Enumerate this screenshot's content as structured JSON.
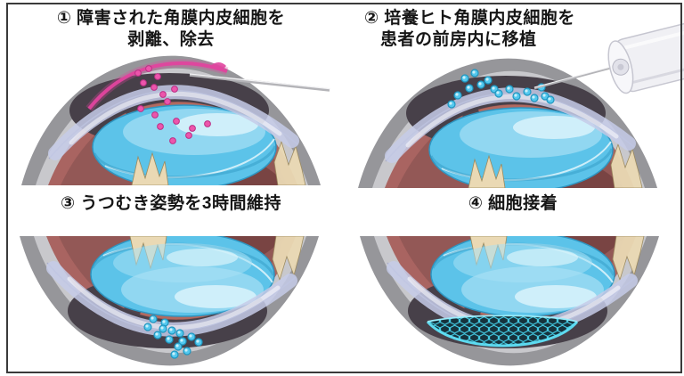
{
  "panels": [
    {
      "step": "1",
      "badge": "①",
      "title_line1": "① 障害された角膜内皮細胞を",
      "title_line2": "剥離、除去",
      "graphic": "eye-cross-section-damaged-endothelial-cells-removed-with-needle"
    },
    {
      "step": "2",
      "badge": "②",
      "title_line1": "② 培養ヒト角膜内皮細胞を",
      "title_line2": "患者の前房内に移植",
      "graphic": "eye-cross-section-cultured-cells-injected-by-syringe"
    },
    {
      "step": "3",
      "badge": "③",
      "title_line1": "③ うつむき姿勢を3時間維持",
      "graphic": "inverted-eye-cross-section-cells-settling-onto-cornea"
    },
    {
      "step": "4",
      "badge": "④",
      "title_line1": "④ 細胞接着",
      "graphic": "inverted-eye-cross-section-adhered-cell-sheet-honeycomb"
    }
  ],
  "palette": {
    "bg": "#ffffff",
    "text": "#161616",
    "frame-border": "#3a3a3a",
    "sclera-outer": "#96969a",
    "sclera-inner": "#c8c8cc",
    "lining": "#a96461",
    "interior": "#935856",
    "interior-shade": "#744140",
    "chamber": "#474049",
    "iris": "#a05a54",
    "iris-line": "#6b3a36",
    "iris-light": "#b26a60",
    "cilia": "#ead9b4",
    "cilia-edge": "#9c8a5e",
    "lens": "#5cc3e9",
    "lens-hi": "#a8e0f4",
    "lens-glint": "#d9f3fb",
    "lens-edge": "#2e96c2",
    "cornea": "rgba(198,203,232,0.85)",
    "cornea-sheen": "rgba(255,255,255,0.5)",
    "cornea-edge": "#9da3c8",
    "pink-strip": "#e0459e",
    "pink-cell": "#ec55ab",
    "pink-cell-edge": "#bb2f85",
    "blue-cell": "#54c8ee",
    "blue-cell-edge": "#1f96c0",
    "blue-cell-hi": "#c8f0fa",
    "needle": "#b4b4b8",
    "needle-hi": "#f2f2f4",
    "syringe": "#f0f0f4",
    "syringe-face": "#f7f7fa",
    "syringe-hub": "#e2e2ea",
    "syringe-edge": "#c6c6d0",
    "hex": "#46cfe8",
    "hex-bg": "#16323c",
    "cell-sheet-rim": "#5fe2f8",
    "cell-sheet-edge": "#9aecfa"
  }
}
